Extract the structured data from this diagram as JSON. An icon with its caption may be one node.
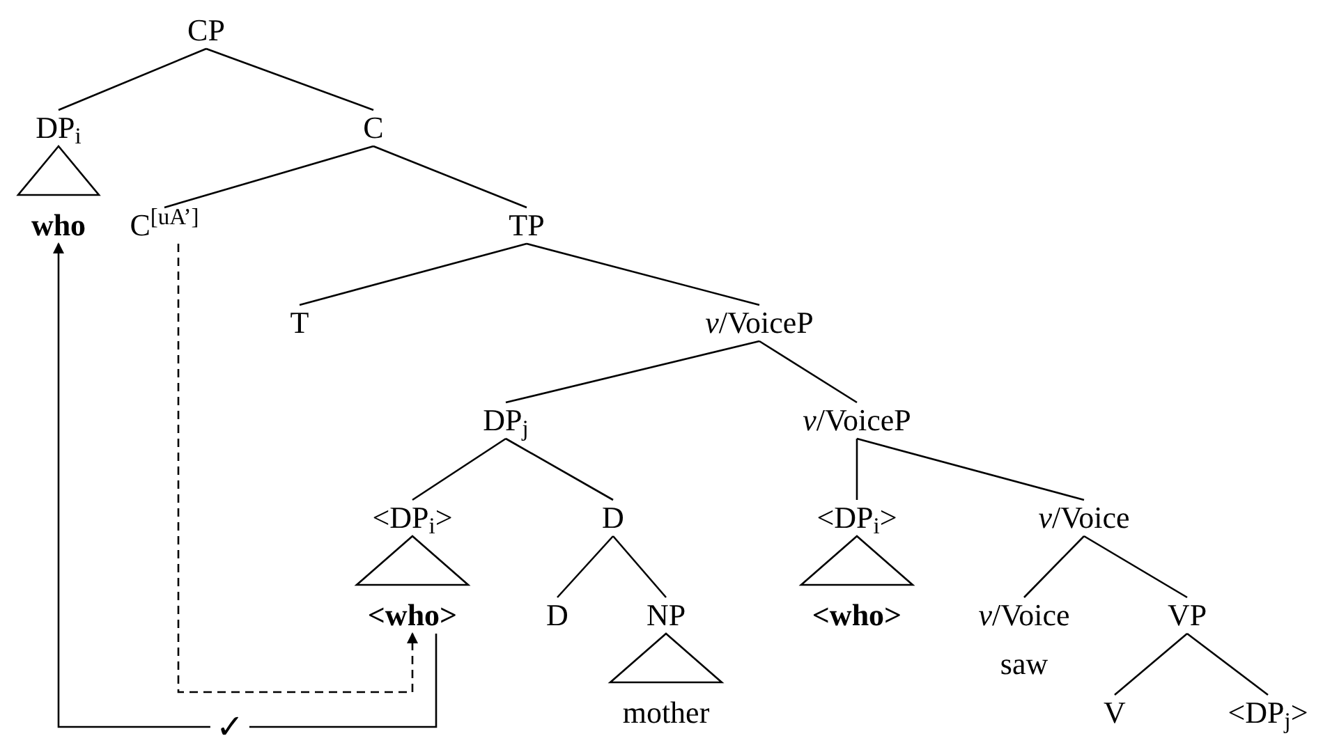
{
  "diagram": {
    "nodes": [
      {
        "text": [
          "CP"
        ]
      },
      {
        "text": [
          "DP$_{i}$"
        ]
      },
      {
        "text": [
          "C"
        ]
      },
      {
        "text": [],
        "shape": "triangle"
      },
      {
        "text": [
          "who"
        ]
      },
      {
        "text": [
          "C$^{[uA’]}$"
        ]
      },
      {
        "text": [
          "TP"
        ]
      },
      {
        "text": [
          "T"
        ]
      },
      {
        "text": [
          "*v*/VoiceP"
        ]
      },
      {
        "text": [
          "DP$_{j}$"
        ]
      },
      {
        "text": [
          "*v*/VoiceP"
        ]
      },
      {
        "text": [
          "<DP$_{i}$>"
        ]
      },
      {
        "text": [
          "D"
        ]
      },
      {
        "text": [
          "<DP$_{i}$>"
        ]
      },
      {
        "text": [
          "*v*/Voice"
        ]
      },
      {
        "text": [],
        "shape": "triangle"
      },
      {
        "text": [
          "<who>"
        ]
      },
      {
        "text": [
          "D"
        ]
      },
      {
        "text": [
          "NP"
        ]
      },
      {
        "text": [],
        "shape": "triangle"
      },
      {
        "text": [
          "<who>"
        ]
      },
      {
        "text": [
          "*v*/Voice",
          "saw"
        ]
      },
      {
        "text": [
          "VP"
        ]
      },
      {
        "text": [],
        "shape": "triangle"
      },
      {
        "text": [
          "mother"
        ]
      },
      {
        "text": [
          "V"
        ]
      },
      {
        "text": [
          "<DP$_{j}$>"
        ]
      }
    ],
    "edges": [
      {
        "from": 0,
        "to": 1,
        "arrow": "none"
      },
      {
        "from": 0,
        "to": 2,
        "arrow": "none"
      },
      {
        "from": 2,
        "to": 5,
        "arrow": "none"
      },
      {
        "from": 2,
        "to": 6,
        "arrow": "none"
      },
      {
        "from": 6,
        "to": 7,
        "arrow": "none"
      },
      {
        "from": 6,
        "to": 8,
        "arrow": "none"
      },
      {
        "from": 8,
        "to": 9,
        "arrow": "none"
      },
      {
        "from": 8,
        "to": 10,
        "arrow": "none"
      },
      {
        "from": 9,
        "to": 11,
        "arrow": "none"
      },
      {
        "from": 9,
        "to": 12,
        "arrow": "none"
      },
      {
        "from": 10,
        "to": 13,
        "arrow": "none"
      },
      {
        "from": 10,
        "to": 14,
        "arrow": "none"
      },
      {
        "from": 12,
        "to": 17,
        "arrow": "none"
      },
      {
        "from": 12,
        "to": 18,
        "arrow": "none"
      },
      {
        "from": 14,
        "to": 21,
        "arrow": "none"
      },
      {
        "from": 14,
        "to": 22,
        "arrow": "none"
      },
      {
        "from": 22,
        "to": 25,
        "arrow": "none"
      },
      {
        "from": 22,
        "to": 26,
        "arrow": "none"
      },
      {
        "from": 16,
        "to": 4,
        "arrow": "to",
        "label": "✓"
      },
      {
        "from": 5,
        "to": 16,
        "arrow": "to",
        "style": "dashed"
      }
    ]
  }
}
